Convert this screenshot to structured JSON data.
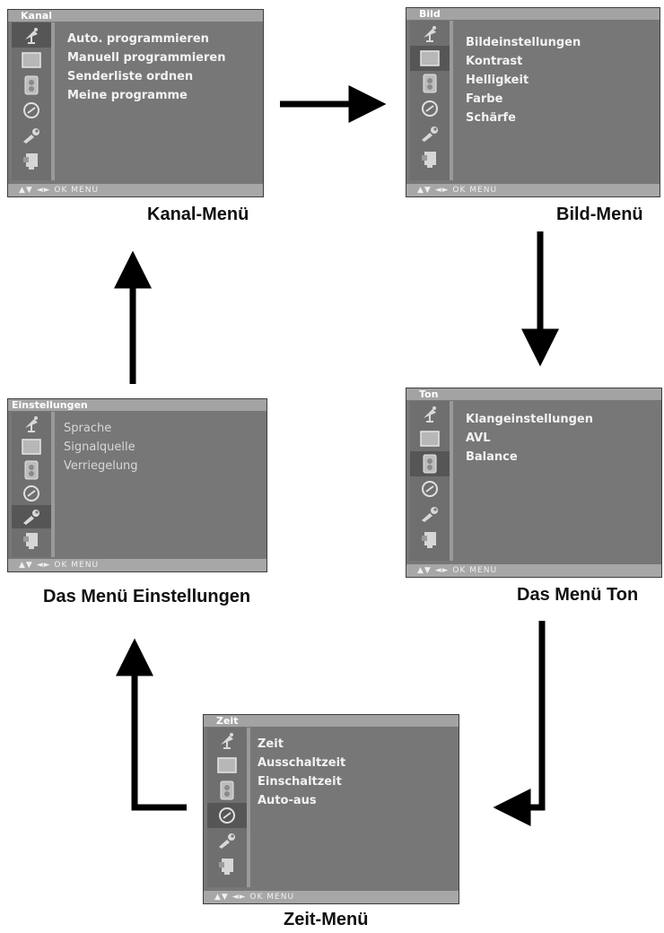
{
  "menus": {
    "kanal": {
      "title": "Kanal",
      "items": [
        "Auto. programmieren",
        "Manuell programmieren",
        "Senderliste ordnen",
        "Meine programme"
      ],
      "footer": "▲▼ ◄► OK  MENU",
      "caption": "Kanal-Menü",
      "active_icon": "antenna-icon"
    },
    "bild": {
      "title": "Bild",
      "items": [
        "Bildeinstellungen",
        "Kontrast",
        "Helligkeit",
        "Farbe",
        "Schärfe"
      ],
      "footer": "▲▼ ◄► OK  MENU",
      "caption": "Bild-Menü",
      "active_icon": "picture-icon"
    },
    "ton": {
      "title": "Ton",
      "items": [
        "Klangeinstellungen",
        "AVL",
        "Balance"
      ],
      "footer": "▲▼ ◄► OK  MENU",
      "caption": "Das Menü Ton",
      "active_icon": "sound-icon"
    },
    "zeit": {
      "title": "Zeit",
      "items": [
        "Zeit",
        "Ausschaltzeit",
        "Einschaltzeit",
        "Auto-aus"
      ],
      "footer": "▲▼ ◄► OK  MENU",
      "caption": "Zeit-Menü",
      "active_icon": "clock-icon"
    },
    "einstellungen": {
      "title": "Einstellungen",
      "items": [
        "Sprache",
        "Signalquelle",
        "Verriegelung"
      ],
      "footer": "▲▼ ◄► OK  MENU",
      "caption": "Das Menü Einstellungen",
      "active_icon": "wrench-icon"
    }
  },
  "icons": [
    "antenna-icon",
    "picture-icon",
    "sound-icon",
    "clock-icon",
    "wrench-icon",
    "input-icon"
  ],
  "colors": {
    "panel": "#777777",
    "titlebar": "#a3a3a3",
    "arrow": "#000000"
  }
}
